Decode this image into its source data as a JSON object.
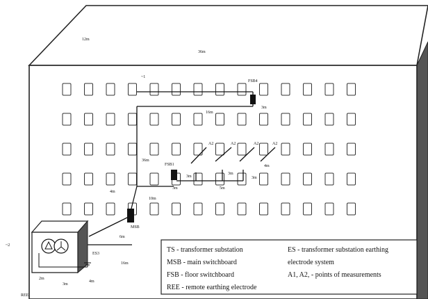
{
  "building": {
    "depth_label": "12m",
    "width_label": "36m"
  },
  "window_grid": {
    "rows": 5,
    "cols": 14
  },
  "boards": {
    "fsb4": "FSB4",
    "fsb1": "FSB1",
    "msb": "MSB",
    "ts_group": "ES3"
  },
  "points": [
    "A2",
    "A2",
    "A2",
    "A2"
  ],
  "distances": {
    "top_left": "~1",
    "top_run": "16m",
    "top_drop": "3m",
    "riser": "36m",
    "fsb1_left": "4m",
    "fsb1_out": "3m",
    "branch_a": "3m",
    "branch_b": "5m",
    "branch_c": "3m",
    "branch_d": "4m",
    "branch_e": "3m",
    "fsb1_under": "10m",
    "msb_drop": "6m",
    "ts_right": "16m",
    "ts_bottom_left": "2m",
    "ts_bottom_mid": "3m",
    "ts_bottom_right": "4m",
    "far_left": "~2",
    "bottom_corner": "REE"
  },
  "legend": {
    "left": [
      "TS - transformer substation",
      "MSB - main switchboard",
      "FSB - floor switchboard",
      "REE - remote earthing electrode"
    ],
    "right": [
      "ES - transformer substation earthing",
      "electrode system",
      "A1, A2, - points of measurements"
    ]
  }
}
